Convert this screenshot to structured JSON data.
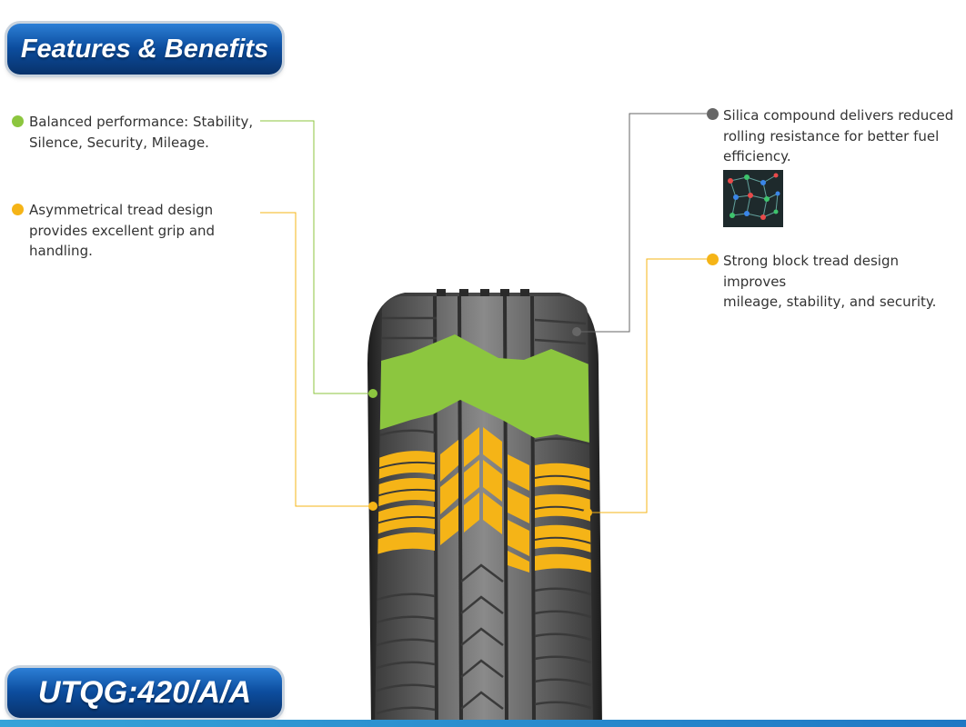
{
  "header": {
    "title": "Features & Benefits"
  },
  "footer": {
    "utqg": "UTQG:420/A/A"
  },
  "callouts": [
    {
      "text_lines": [
        "Balanced performance: Stability,",
        "Silence, Security, Mileage."
      ],
      "color": "#8cc63f"
    },
    {
      "text_lines": [
        "Asymmetrical tread design",
        "provides excellent grip and",
        "handling."
      ],
      "color": "#f5b417"
    },
    {
      "text_lines": [
        "Silica compound delivers reduced",
        "rolling resistance for better fuel",
        "efficiency."
      ],
      "color": "#666666"
    },
    {
      "text_lines": [
        "Strong block tread design improves",
        "mileage, stability, and security."
      ],
      "color": "#f5b417"
    }
  ],
  "colors": {
    "green": "#8cc63f",
    "orange": "#f5b417",
    "gray": "#666666",
    "brand_blue": "#0c4d9e"
  },
  "icons": {
    "silica": "silica-molecule-icon",
    "tire": "tire-tread-icon"
  }
}
